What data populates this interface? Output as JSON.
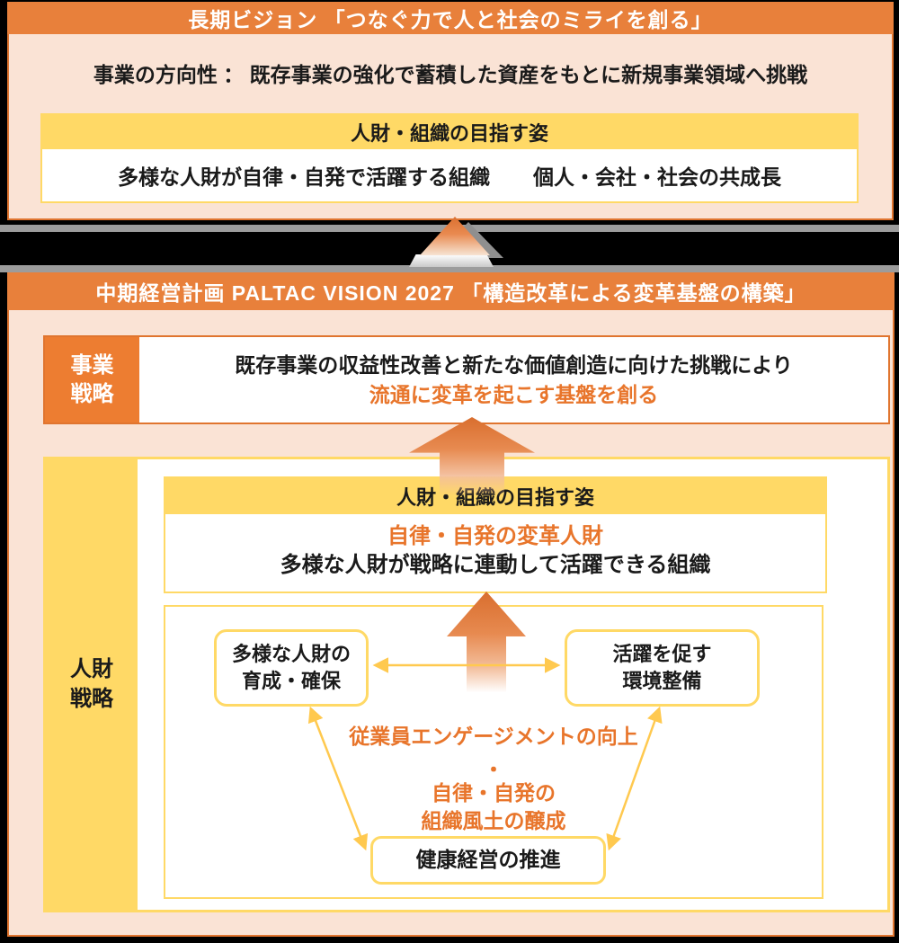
{
  "colors": {
    "header_orange": "#E8803B",
    "border_orange": "#E0752F",
    "pink_bg": "#FAE3D5",
    "yellow": "#FFD966",
    "accent_orange_text": "#E8752B",
    "label_orange_bg": "#ED7D31",
    "connector_yellow": "#FFC94F",
    "shadow_grey": "#9C9C9C"
  },
  "long_term": {
    "header": "長期ビジョン 「つなぐ力で人と社会のミライを創る」",
    "direction": "事業の方向性 ： 既存事業の強化で蓄積した資産をもとに新規事業領域へ挑戦",
    "goal_box": {
      "title": "人財・組織の目指す姿",
      "left": "多様な人財が自律・自発で活躍する組織",
      "right": "個人・会社・社会の共成長"
    }
  },
  "mid_term": {
    "header": "中期経営計画  PALTAC VISION 2027 「構造改革による変革基盤の構築」",
    "business_strategy": {
      "label_line1": "事業",
      "label_line2": "戦略",
      "line1": "既存事業の収益性改善と新たな価値創造に向けた挑戦により",
      "line2": "流通に変革を起こす基盤を創る"
    },
    "hr_strategy": {
      "label_line1": "人財",
      "label_line2": "戦略",
      "goal_box": {
        "title": "人財・組織の目指す姿",
        "highlight": "自律・自発の変革人財",
        "body": "多様な人財が戦略に連動して活躍できる組織"
      },
      "left_box": {
        "line1": "多様な人財の",
        "line2": "育成・確保"
      },
      "right_box": {
        "line1": "活躍を促す",
        "line2": "環境整備"
      },
      "engagement": "従業員エンゲージメントの向上",
      "dot": "・",
      "culture": {
        "line1": "自律・自発の",
        "line2": "組織風土の醸成"
      },
      "health_box": "健康経営の推進"
    }
  }
}
